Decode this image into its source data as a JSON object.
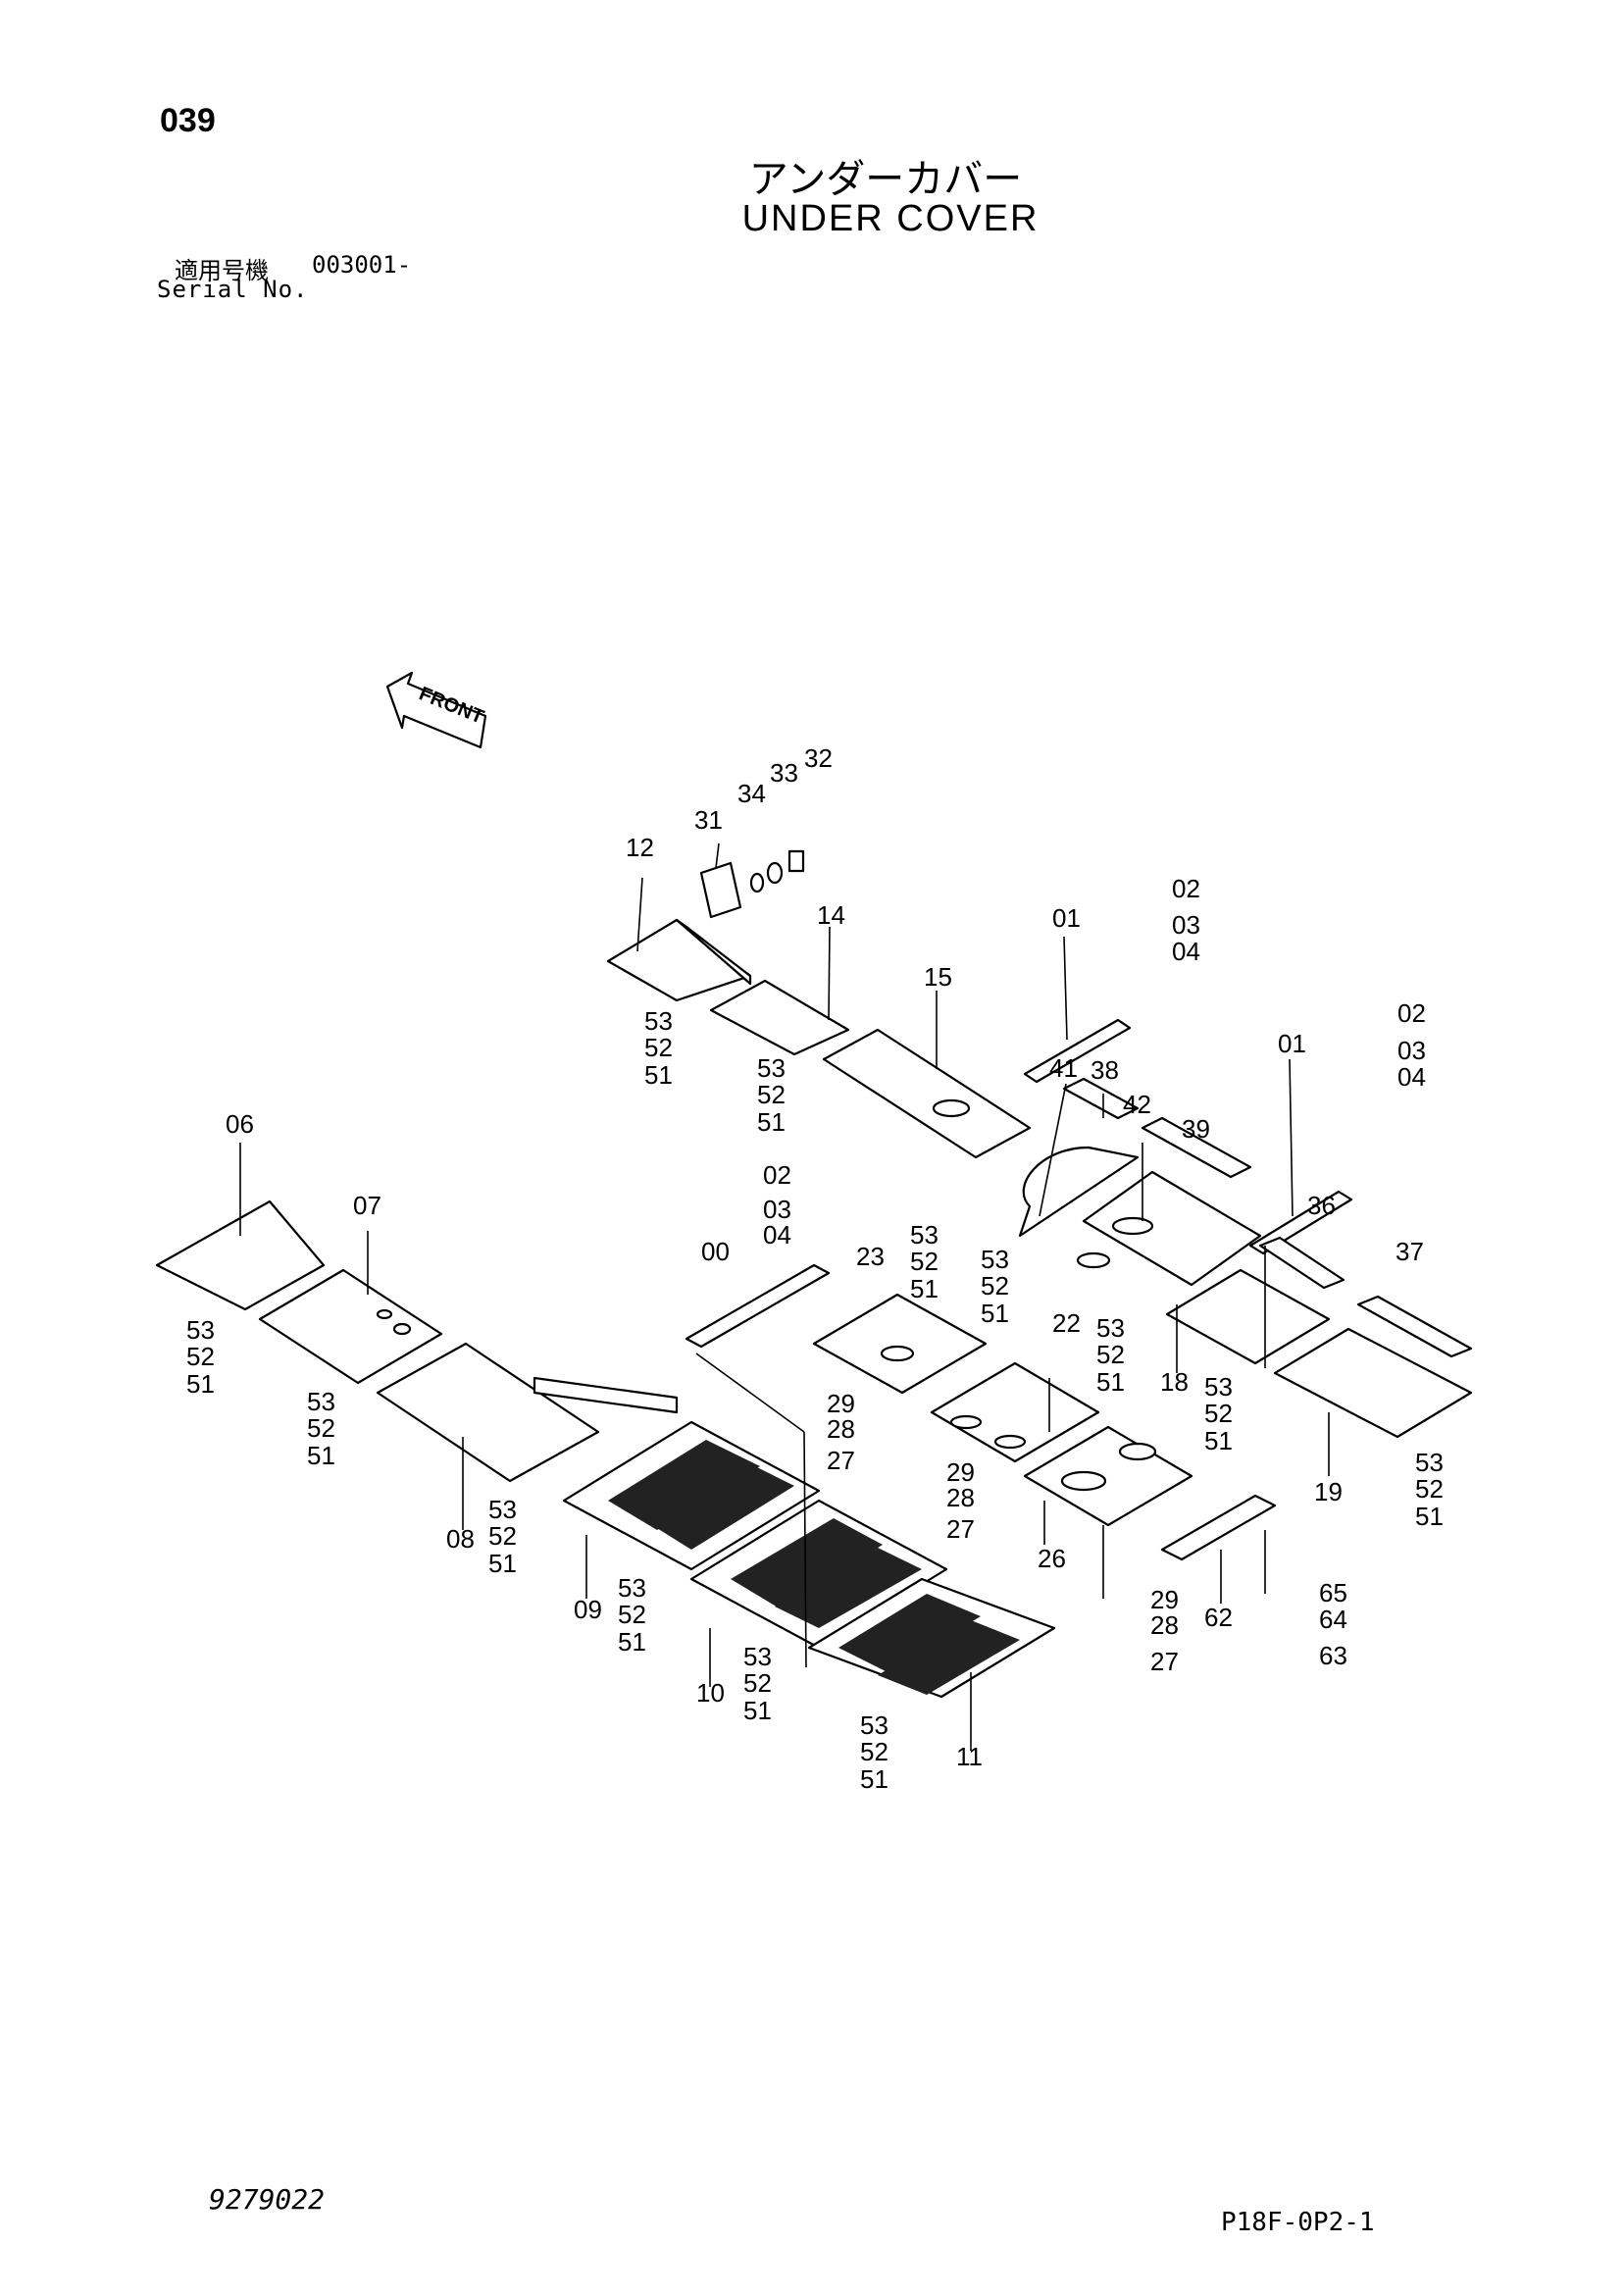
{
  "page_number": "039",
  "title_jp": "アンダーカバー",
  "title_en": "UNDER COVER",
  "serial": {
    "label_jp": "適用号機",
    "value": "003001-",
    "label_en": "Serial No."
  },
  "front_label": "FRONT",
  "document_number": "9279022",
  "plate_id": "P18F-0P2-1",
  "callouts": [
    {
      "id": "c-32",
      "text": "32"
    },
    {
      "id": "c-33",
      "text": "33"
    },
    {
      "id": "c-34",
      "text": "34"
    },
    {
      "id": "c-31",
      "text": "31"
    },
    {
      "id": "c-12",
      "text": "12"
    },
    {
      "id": "c-14",
      "text": "14"
    },
    {
      "id": "c-15",
      "text": "15"
    },
    {
      "id": "c-01a",
      "text": "01"
    },
    {
      "id": "c-02a",
      "text": "02"
    },
    {
      "id": "c-03a",
      "text": "03"
    },
    {
      "id": "c-04a",
      "text": "04"
    },
    {
      "id": "c-02b",
      "text": "02"
    },
    {
      "id": "c-03b",
      "text": "03"
    },
    {
      "id": "c-04b",
      "text": "04"
    },
    {
      "id": "c-01b",
      "text": "01"
    },
    {
      "id": "c-41",
      "text": "41"
    },
    {
      "id": "c-38",
      "text": "38"
    },
    {
      "id": "c-42",
      "text": "42"
    },
    {
      "id": "c-39",
      "text": "39"
    },
    {
      "id": "c-36",
      "text": "36"
    },
    {
      "id": "c-37",
      "text": "37"
    },
    {
      "id": "c-06",
      "text": "06"
    },
    {
      "id": "c-07",
      "text": "07"
    },
    {
      "id": "c-08",
      "text": "08"
    },
    {
      "id": "c-09",
      "text": "09"
    },
    {
      "id": "c-10",
      "text": "10"
    },
    {
      "id": "c-11",
      "text": "11"
    },
    {
      "id": "c-00",
      "text": "00"
    },
    {
      "id": "c-02c",
      "text": "02"
    },
    {
      "id": "c-03c",
      "text": "03"
    },
    {
      "id": "c-04c",
      "text": "04"
    },
    {
      "id": "c-23",
      "text": "23"
    },
    {
      "id": "c-22",
      "text": "22"
    },
    {
      "id": "c-26",
      "text": "26"
    },
    {
      "id": "c-18",
      "text": "18"
    },
    {
      "id": "c-19",
      "text": "19"
    },
    {
      "id": "c-62",
      "text": "62"
    },
    {
      "id": "c-65",
      "text": "65"
    },
    {
      "id": "c-64",
      "text": "64"
    },
    {
      "id": "c-63",
      "text": "63"
    },
    {
      "id": "c-29a",
      "text": "29"
    },
    {
      "id": "c-28a",
      "text": "28"
    },
    {
      "id": "c-27a",
      "text": "27"
    },
    {
      "id": "c-29b",
      "text": "29"
    },
    {
      "id": "c-28b",
      "text": "28"
    },
    {
      "id": "c-27b",
      "text": "27"
    },
    {
      "id": "c-29c",
      "text": "29"
    },
    {
      "id": "c-28c",
      "text": "28"
    },
    {
      "id": "c-27c",
      "text": "27"
    },
    {
      "id": "f1-53",
      "text": "53"
    },
    {
      "id": "f1-52",
      "text": "52"
    },
    {
      "id": "f1-51",
      "text": "51"
    },
    {
      "id": "f2-53",
      "text": "53"
    },
    {
      "id": "f2-52",
      "text": "52"
    },
    {
      "id": "f2-51",
      "text": "51"
    },
    {
      "id": "f3-53",
      "text": "53"
    },
    {
      "id": "f3-52",
      "text": "52"
    },
    {
      "id": "f3-51",
      "text": "51"
    },
    {
      "id": "f4-53",
      "text": "53"
    },
    {
      "id": "f4-52",
      "text": "52"
    },
    {
      "id": "f4-51",
      "text": "51"
    },
    {
      "id": "f5-53",
      "text": "53"
    },
    {
      "id": "f5-52",
      "text": "52"
    },
    {
      "id": "f5-51",
      "text": "51"
    },
    {
      "id": "f6-53",
      "text": "53"
    },
    {
      "id": "f6-52",
      "text": "52"
    },
    {
      "id": "f6-51",
      "text": "51"
    },
    {
      "id": "f7-53",
      "text": "53"
    },
    {
      "id": "f7-52",
      "text": "52"
    },
    {
      "id": "f7-51",
      "text": "51"
    },
    {
      "id": "f8-53",
      "text": "53"
    },
    {
      "id": "f8-52",
      "text": "52"
    },
    {
      "id": "f8-51",
      "text": "51"
    },
    {
      "id": "f9-53",
      "text": "53"
    },
    {
      "id": "f9-52",
      "text": "52"
    },
    {
      "id": "f9-51",
      "text": "51"
    },
    {
      "id": "f10-53",
      "text": "53"
    },
    {
      "id": "f10-52",
      "text": "52"
    },
    {
      "id": "f10-51",
      "text": "51"
    },
    {
      "id": "f11-53",
      "text": "53"
    },
    {
      "id": "f11-52",
      "text": "52"
    },
    {
      "id": "f11-51",
      "text": "51"
    },
    {
      "id": "f12-53",
      "text": "53"
    },
    {
      "id": "f12-52",
      "text": "52"
    },
    {
      "id": "f12-51",
      "text": "51"
    },
    {
      "id": "f13-53",
      "text": "53"
    },
    {
      "id": "f13-52",
      "text": "52"
    },
    {
      "id": "f13-51",
      "text": "51"
    }
  ]
}
